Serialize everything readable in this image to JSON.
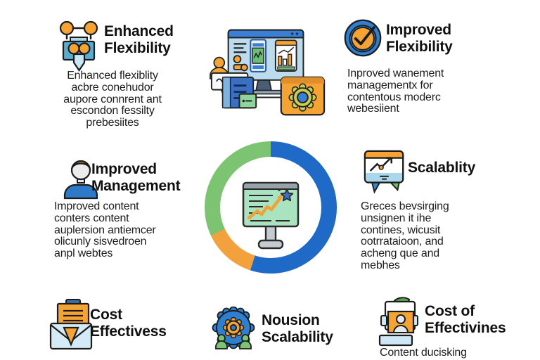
{
  "page": {
    "background": "#ffffff"
  },
  "colors": {
    "donut_blue": "#1f6ac6",
    "donut_green": "#7cc472",
    "donut_orange": "#f2a13c",
    "icon_orange": "#f5a433",
    "icon_blue": "#2e7fd0",
    "icon_teal": "#54aed4",
    "icon_light_blue": "#cfe6f5",
    "icon_green": "#72bf62",
    "heading_text": "#101010",
    "body_text": "#1d1d1d"
  },
  "sections": {
    "top_left": {
      "icon": "network-nodes-icon",
      "title": "Enhanced\nFlexibility",
      "body": "Enhanced flexiblity\nacbre conehudor\naupore connrent ant\nescondon fessilty\nprebesiites"
    },
    "top_right": {
      "icon": "check-badge-icon",
      "title": "Improved\nFlexibility",
      "body": "Inproved wanement\nmanagementx for\ncontentous moderc\nwebesiient"
    },
    "mid_left": {
      "icon": "person-icon",
      "title": "Improved\nManagement",
      "body": "Improved content\nconters content\nauplersion antiemcer\nolicunly sisvedroen\nanpl webtes"
    },
    "mid_right": {
      "icon": "chart-window-icon",
      "title": "Scalablity",
      "body": "Greces bevsirging\nunsignen it ihe\ncontines, wicusit\nootrrataioon, and\nacheng que and\nmebhes"
    },
    "bottom_left": {
      "icon": "envelope-document-icon",
      "title": "Cost\nEffectivess"
    },
    "bottom_center": {
      "icon": "gear-people-icon",
      "title": "Nousion\nScalability"
    },
    "bottom_right": {
      "icon": "workstation-person-icon",
      "title": "Cost of\nEffectivines",
      "body": "Content ducisking"
    }
  },
  "chart_data": {
    "type": "pie",
    "donut": true,
    "title": "",
    "legend": "none",
    "start_angle_deg": 0,
    "direction": "clockwise",
    "segments": [
      {
        "name": "blue",
        "value": 55,
        "color": "#1f6ac6"
      },
      {
        "name": "orange",
        "value": 13,
        "color": "#f2a13c"
      },
      {
        "name": "green",
        "value": 32,
        "color": "#7cc472"
      }
    ],
    "center_icon": "monitor-growth-chart-icon"
  }
}
